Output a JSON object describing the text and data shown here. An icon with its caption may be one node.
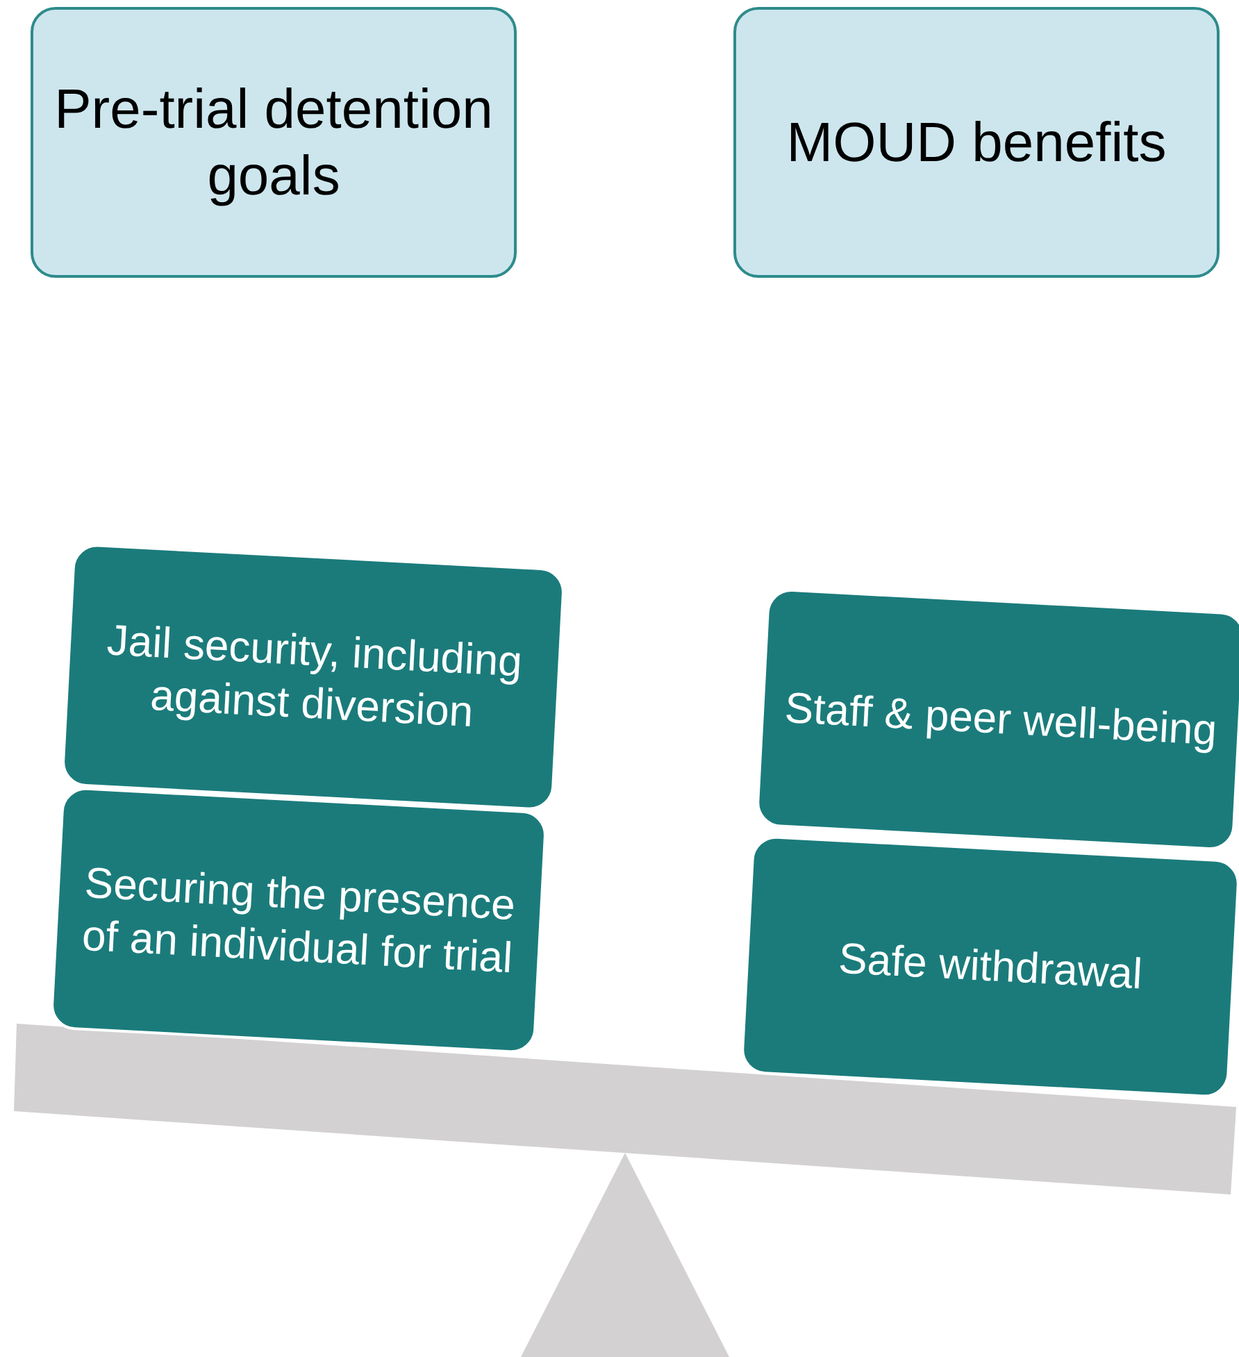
{
  "diagram": {
    "nodes": [
      {
        "text": [
          "Pre-trial detention goals"
        ]
      },
      {
        "text": [
          "MOUD benefits"
        ]
      },
      {
        "text": [
          "Jail security, including against diversion"
        ]
      },
      {
        "text": [
          "Securing the presence of an individual for trial"
        ]
      },
      {
        "text": [
          "Staff & peer well-being"
        ]
      },
      {
        "text": [
          "Safe withdrawal"
        ]
      }
    ]
  }
}
